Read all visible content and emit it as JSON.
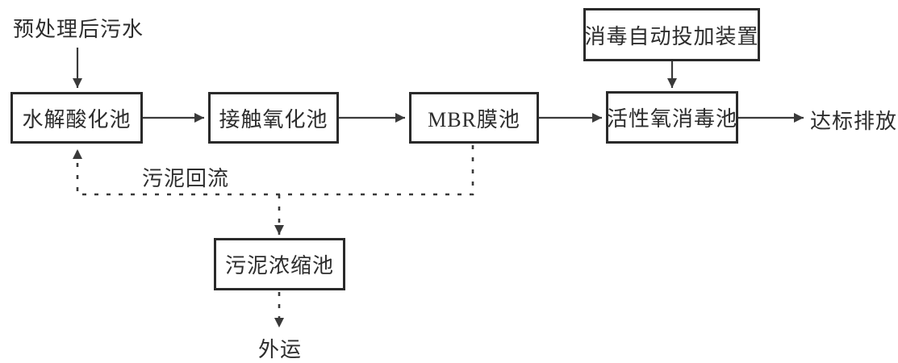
{
  "diagram": {
    "background": "#ffffff",
    "colors": {
      "line": "#3a3a3a",
      "box_border": "#2a2a2a",
      "box_fill": "#ffffff",
      "text": "#2d2d2d"
    },
    "nodes": {
      "inflow_label": "预处理后污水",
      "hydrolysis_box": "水解酸化池",
      "contact_oxidation_box": "接触氧化池",
      "mbr_box": "MBR膜池",
      "disinfection_box": "活性氧消毒池",
      "dosing_device_box": "消毒自动投加装置",
      "sludge_thickener_box": "污泥浓缩池",
      "discharge_label": "达标排放",
      "sludge_return_label": "污泥回流",
      "outbound_label": "外运"
    },
    "edges": [
      {
        "from": "预处理后污水",
        "to": "水解酸化池",
        "style": "solid"
      },
      {
        "from": "水解酸化池",
        "to": "接触氧化池",
        "style": "solid"
      },
      {
        "from": "接触氧化池",
        "to": "MBR膜池",
        "style": "solid"
      },
      {
        "from": "MBR膜池",
        "to": "活性氧消毒池",
        "style": "solid"
      },
      {
        "from": "活性氧消毒池",
        "to": "达标排放",
        "style": "solid"
      },
      {
        "from": "消毒自动投加装置",
        "to": "活性氧消毒池",
        "style": "solid"
      },
      {
        "from": "MBR膜池",
        "to": "水解酸化池",
        "label": "污泥回流",
        "style": "dashed"
      },
      {
        "from": "MBR膜池",
        "to": "污泥浓缩池",
        "style": "dashed"
      },
      {
        "from": "污泥浓缩池",
        "to": "外运",
        "style": "dashed"
      }
    ]
  }
}
